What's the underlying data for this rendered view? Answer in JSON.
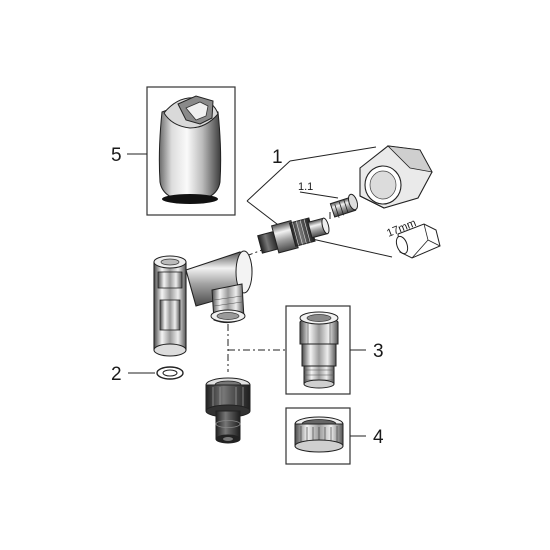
{
  "callouts": {
    "c1": "1",
    "c1_1": "1.1",
    "c2": "2",
    "c3": "3",
    "c4": "4",
    "c5": "5",
    "wrench": "17mm"
  },
  "colors": {
    "line": "#222222",
    "frame": "#333333",
    "metal_dark": "#5a5a5a",
    "metal_light": "#e8e8e8",
    "background": "#ffffff"
  }
}
